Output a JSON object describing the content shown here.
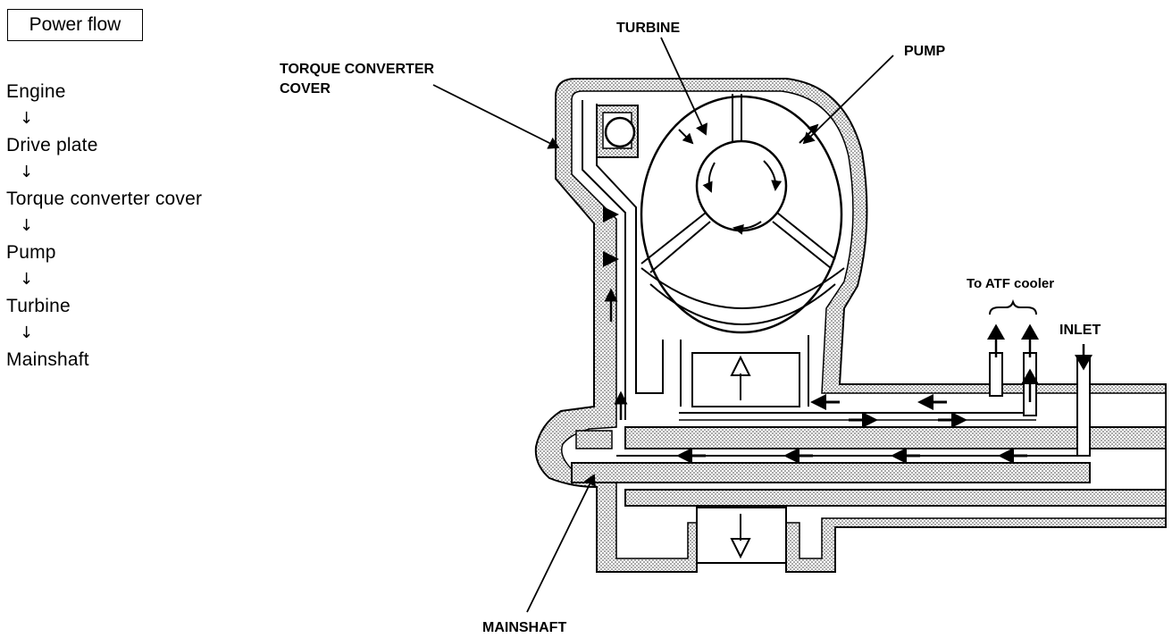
{
  "power_flow": {
    "title": "Power flow",
    "steps": [
      "Engine",
      "Drive plate",
      "Torque converter cover",
      "Pump",
      "Turbine",
      "Mainshaft"
    ],
    "arrow_glyph": "↓"
  },
  "labels": {
    "turbine": "TURBINE",
    "pump": "PUMP",
    "cover_line1": "TORQUE CONVERTER",
    "cover_line2": "COVER",
    "atf_cooler": "To ATF cooler",
    "inlet": "INLET",
    "mainshaft": "MAINSHAFT"
  },
  "colors": {
    "ink": "#000000",
    "stipple": "#bdbdbd",
    "background": "#ffffff"
  }
}
